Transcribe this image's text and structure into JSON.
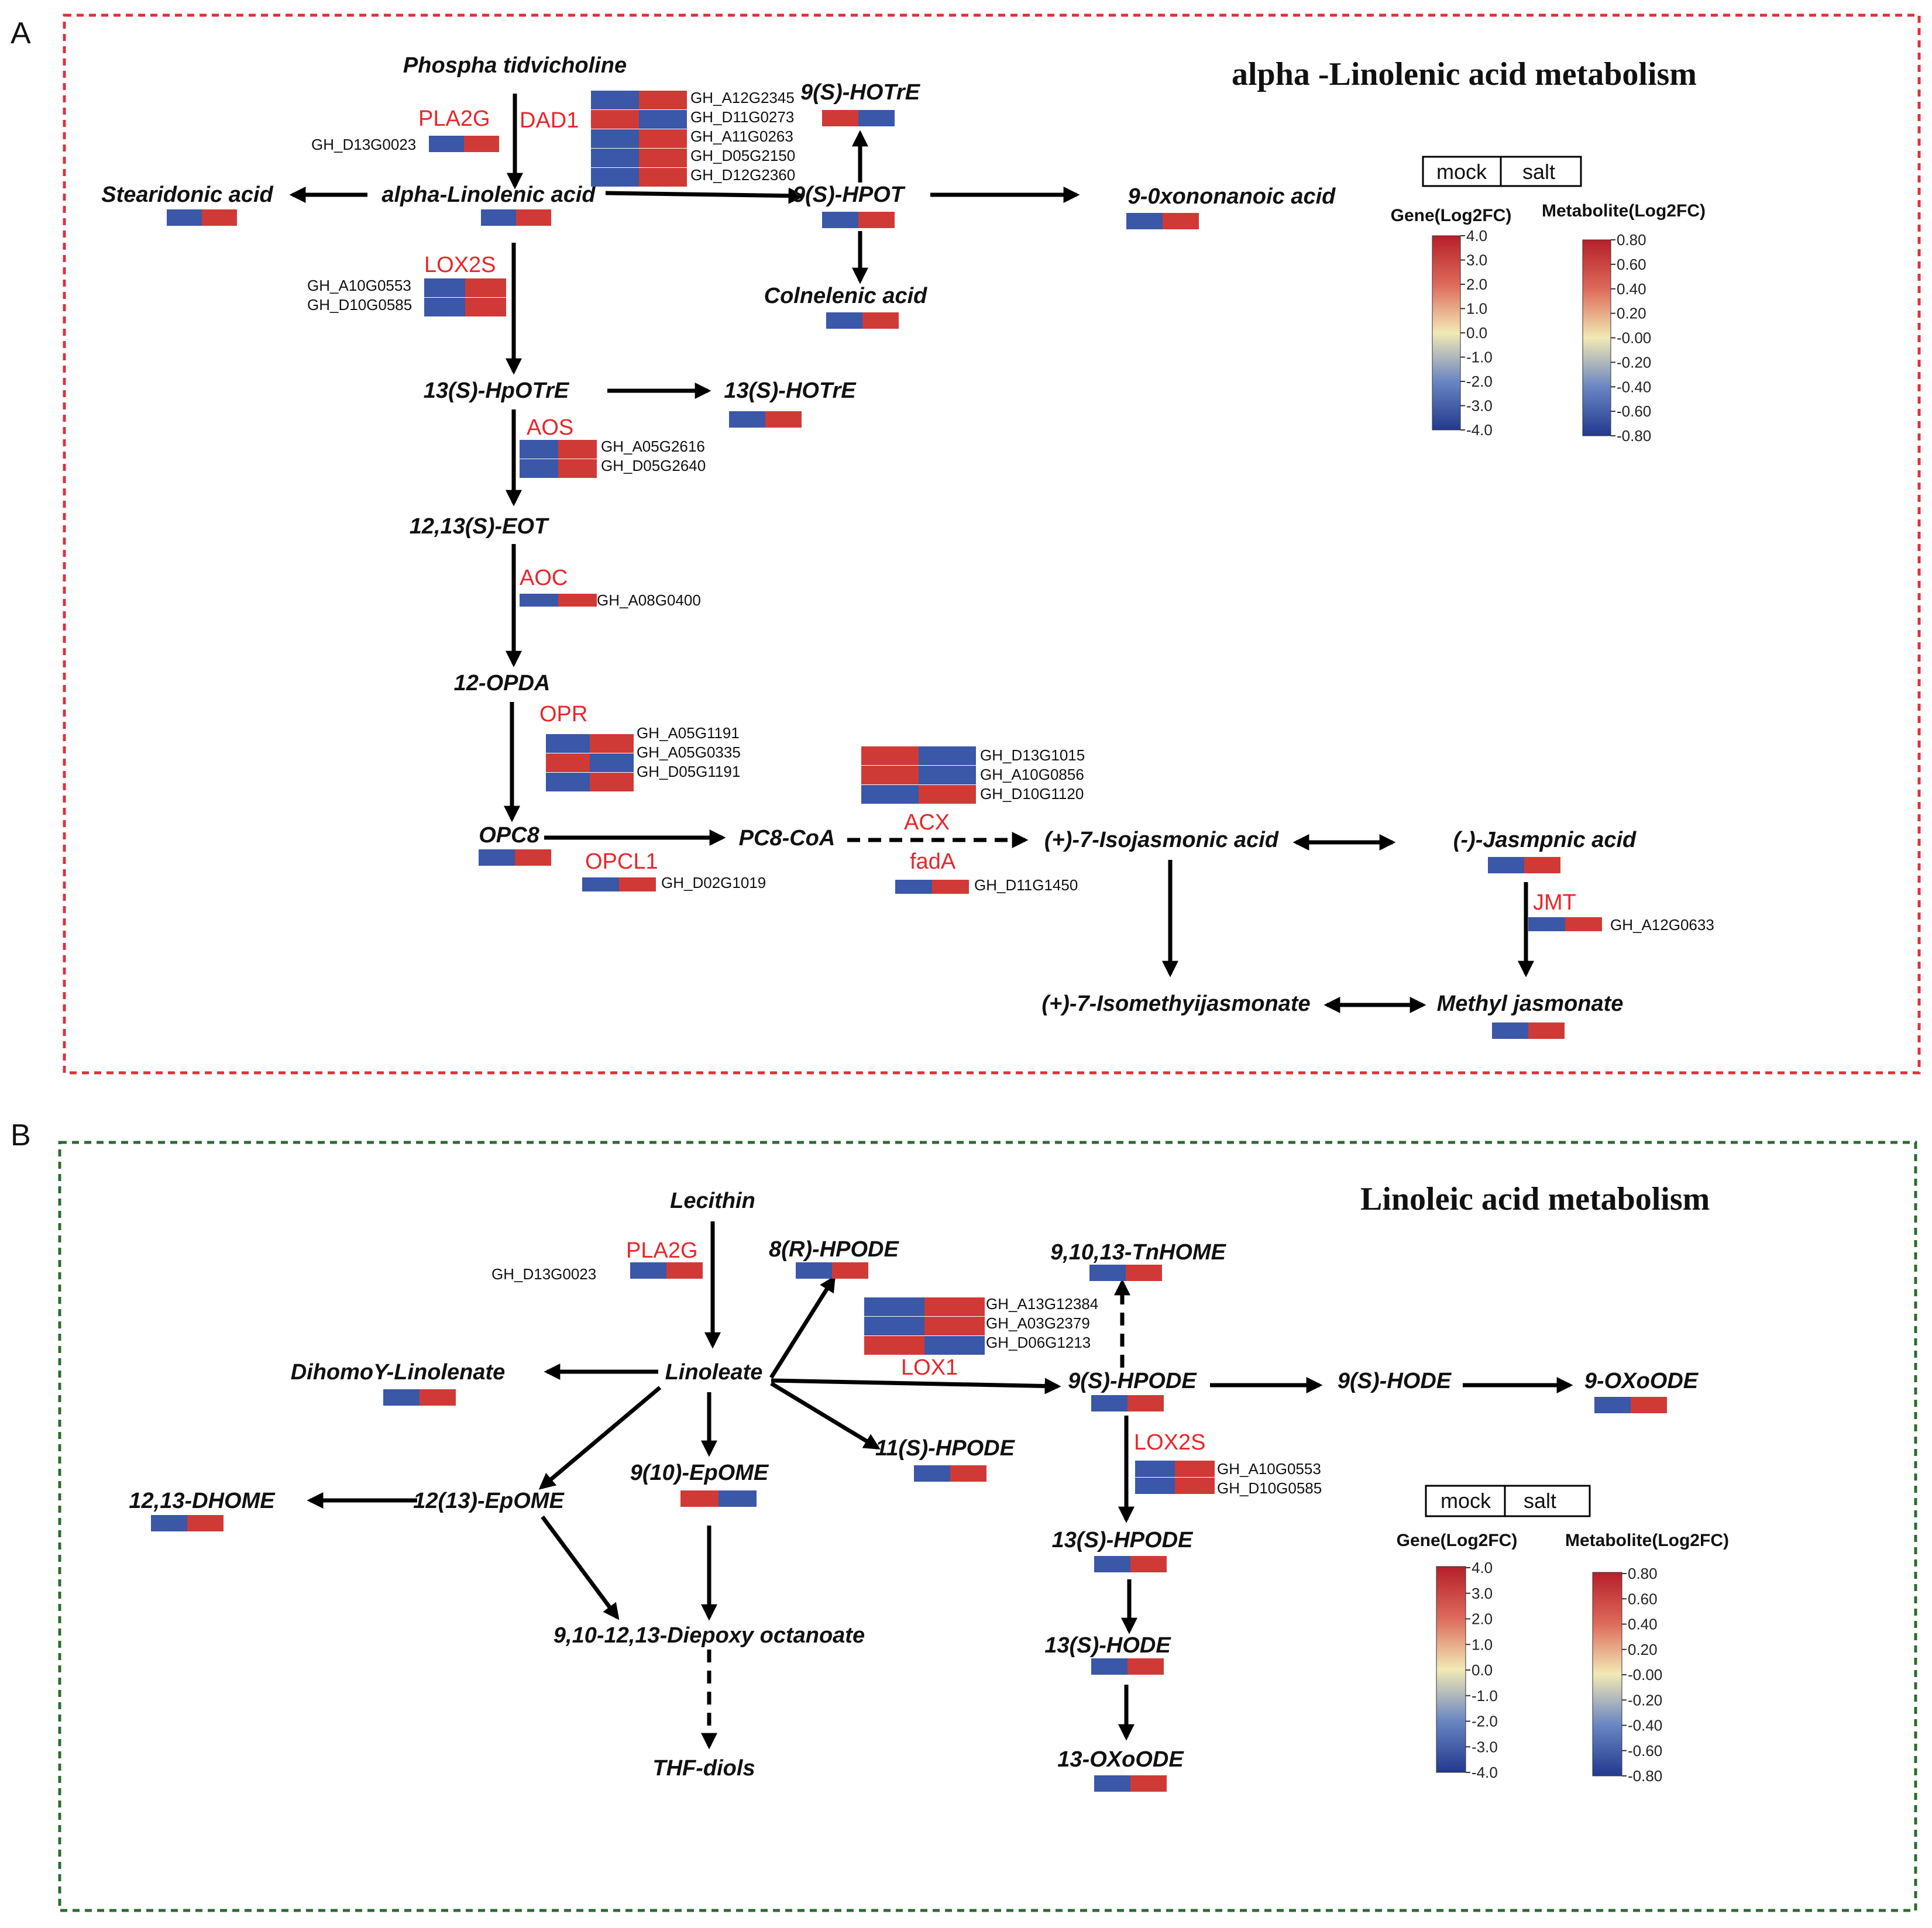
{
  "colors": {
    "up": "#d03a36",
    "down": "#3a57a8",
    "enzyme": "#e8262b",
    "border_a": "#e0303a",
    "border_b": "#2f6a2f"
  },
  "panel_a": {
    "letter": "A",
    "title": "alpha  -Linolenic acid metabolism",
    "metabolites": {
      "phosphatidylcholine": "Phospha tidvicholine",
      "stearidonic": "Stearidonic acid",
      "alpha_linolenic": "alpha-Linolenic acid",
      "hotre9": "9(S)-HOTrE",
      "hpot9": "9(S)-HPOT",
      "oxononanoic": "9-0xononanoic acid",
      "colnelenic": "Colnelenic acid",
      "hpotre13": "13(S)-HpOTrE",
      "hotre13": "13(S)-HOTrE",
      "eot": "12,13(S)-EOT",
      "opda": "12-OPDA",
      "opc8": "OPC8",
      "pc8coa": "PC8-CoA",
      "isojasmonic": "(+)-7-Isojasmonic acid",
      "jasmonic": "(-)-Jasmpnic acid",
      "isomethyl": "(+)-7-Isomethyijasmonate",
      "methyl_jasmonate": "Methyl jasmonate"
    },
    "enzymes": {
      "pla2g": "PLA2G",
      "dad1": "DAD1",
      "lox2s": "LOX2S",
      "aos": "AOS",
      "aoc": "AOC",
      "opr": "OPR",
      "opcl1": "OPCL1",
      "acx": "ACX",
      "fada": "fadA",
      "jmt": "JMT"
    },
    "genes": {
      "pla2g": [
        "GH_D13G0023"
      ],
      "hpot_block": [
        "GH_A12G2345",
        "GH_D11G0273",
        "GH_A11G0263",
        "GH_D05G2150",
        "GH_D12G2360"
      ],
      "lox2s": [
        "GH_A10G0553",
        "GH_D10G0585"
      ],
      "aos": [
        "GH_A05G2616",
        "GH_D05G2640"
      ],
      "aoc": [
        "GH_A08G0400"
      ],
      "opr": [
        "GH_A05G1191",
        "GH_A05G0335",
        "GH_D05G1191"
      ],
      "acx": [
        "GH_D13G1015",
        "GH_A10G0856",
        "GH_D10G1120"
      ],
      "opcl1": [
        "GH_D02G1019"
      ],
      "fada": [
        "GH_D11G1450"
      ],
      "jmt": [
        "GH_A12G0633"
      ]
    },
    "legend": {
      "mock": "mock",
      "salt": "salt",
      "gene_title": "Gene(Log2FC)",
      "met_title": "Metabolite(Log2FC)",
      "gene_ticks": [
        "4.0",
        "3.0",
        "2.0",
        "1.0",
        "0.0",
        "-1.0",
        "-2.0",
        "-3.0",
        "-4.0"
      ],
      "met_ticks": [
        "0.80",
        "0.60",
        "0.40",
        "0.20",
        "-0.00",
        "-0.20",
        "-0.40",
        "-0.60",
        "-0.80"
      ]
    }
  },
  "panel_b": {
    "letter": "B",
    "title": "Linoleic acid metabolism",
    "metabolites": {
      "lecithin": "Lecithin",
      "hpode8r": "8(R)-HPODE",
      "tnhome": "9,10,13-TnHOME",
      "dihomo": "DihomoY-Linolenate",
      "linoleate": "Linoleate",
      "hpode9": "9(S)-HPODE",
      "hode9": "9(S)-HODE",
      "oxoode9": "9-OXoODE",
      "hpode11": "11(S)-HPODE",
      "epome9": "9(10)-EpOME",
      "dhome": "12,13-DHOME",
      "epome12": "12(13)-EpOME",
      "hpode13": "13(S)-HPODE",
      "diepoxy": "9,10-12,13-Diepoxy octanoate",
      "hode13": "13(S)-HODE",
      "thf": "THF-diols",
      "oxoode13": "13-OXoODE"
    },
    "enzymes": {
      "pla2g": "PLA2G",
      "lox1": "LOX1",
      "lox2s": "LOX2S"
    },
    "genes": {
      "pla2g": [
        "GH_D13G0023"
      ],
      "lox1": [
        "GH_A13G12384",
        "GH_A03G2379",
        "GH_D06G1213"
      ],
      "lox2s": [
        "GH_A10G0553",
        "GH_D10G0585"
      ]
    },
    "legend": {
      "mock": "mock",
      "salt": "salt",
      "gene_title": "Gene(Log2FC)",
      "met_title": "Metabolite(Log2FC)",
      "gene_ticks": [
        "4.0",
        "3.0",
        "2.0",
        "1.0",
        "0.0",
        "-1.0",
        "-2.0",
        "-3.0",
        "-4.0"
      ],
      "met_ticks": [
        "0.80",
        "0.60",
        "0.40",
        "0.20",
        "-0.00",
        "-0.20",
        "-0.40",
        "-0.60",
        "-0.80"
      ]
    }
  }
}
